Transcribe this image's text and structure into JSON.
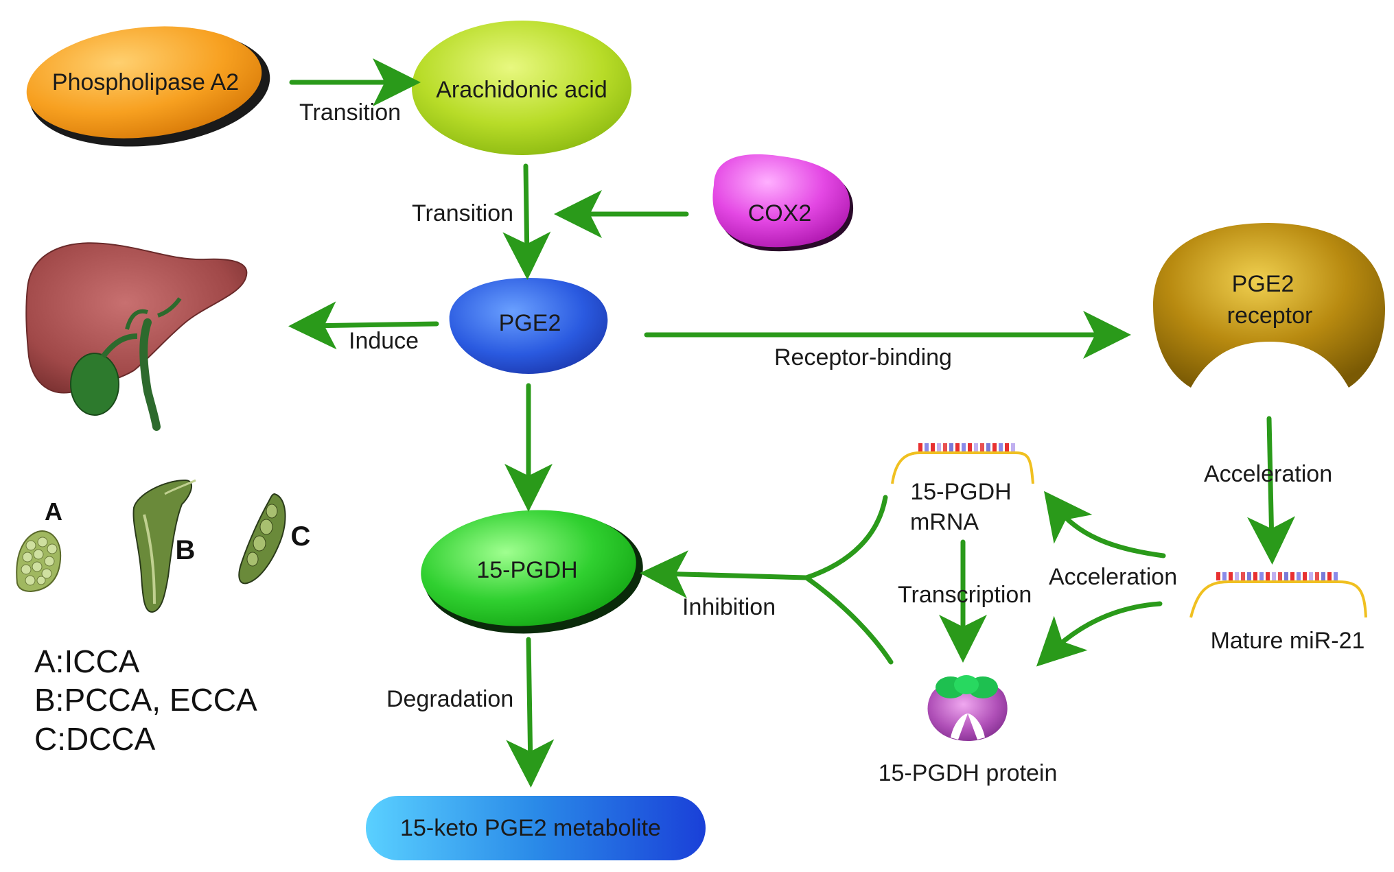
{
  "nodes": {
    "phospholipase": "Phospholipase A2",
    "arachidonic": "Arachidonic acid",
    "cox2": "COX2",
    "pge2": "PGE2",
    "pge2_receptor_line1": "PGE2",
    "pge2_receptor_line2": "receptor",
    "pgdh": "15-PGDH",
    "keto": "15-keto PGE2 metabolite",
    "mrna_line1": "15-PGDH",
    "mrna_line2": "mRNA",
    "protein": "15-PGDH protein",
    "mir21": "Mature miR-21"
  },
  "edges": {
    "transition_1": "Transition",
    "transition_2": "Transition",
    "induce": "Induce",
    "receptor_binding": "Receptor-binding",
    "acceleration_1": "Acceleration",
    "acceleration_2": "Acceleration",
    "transcription": "Transcription",
    "inhibition": "Inhibition",
    "degradation": "Degradation"
  },
  "anatomy": {
    "letter_a": "A",
    "letter_b": "B",
    "letter_c": "C",
    "legend": [
      "A:ICCA",
      "B:PCCA, ECCA",
      "C:DCCA"
    ]
  },
  "colors": {
    "arrow": "#2a9a1a",
    "phospholipase": "#f5a020",
    "arachidonic": "#b4dc2a",
    "cox2": "#e040e0",
    "pge2": "#2a5ae0",
    "receptor": "#a07a08",
    "pgdh": "#30d030",
    "keto": "#2a8ae8"
  }
}
